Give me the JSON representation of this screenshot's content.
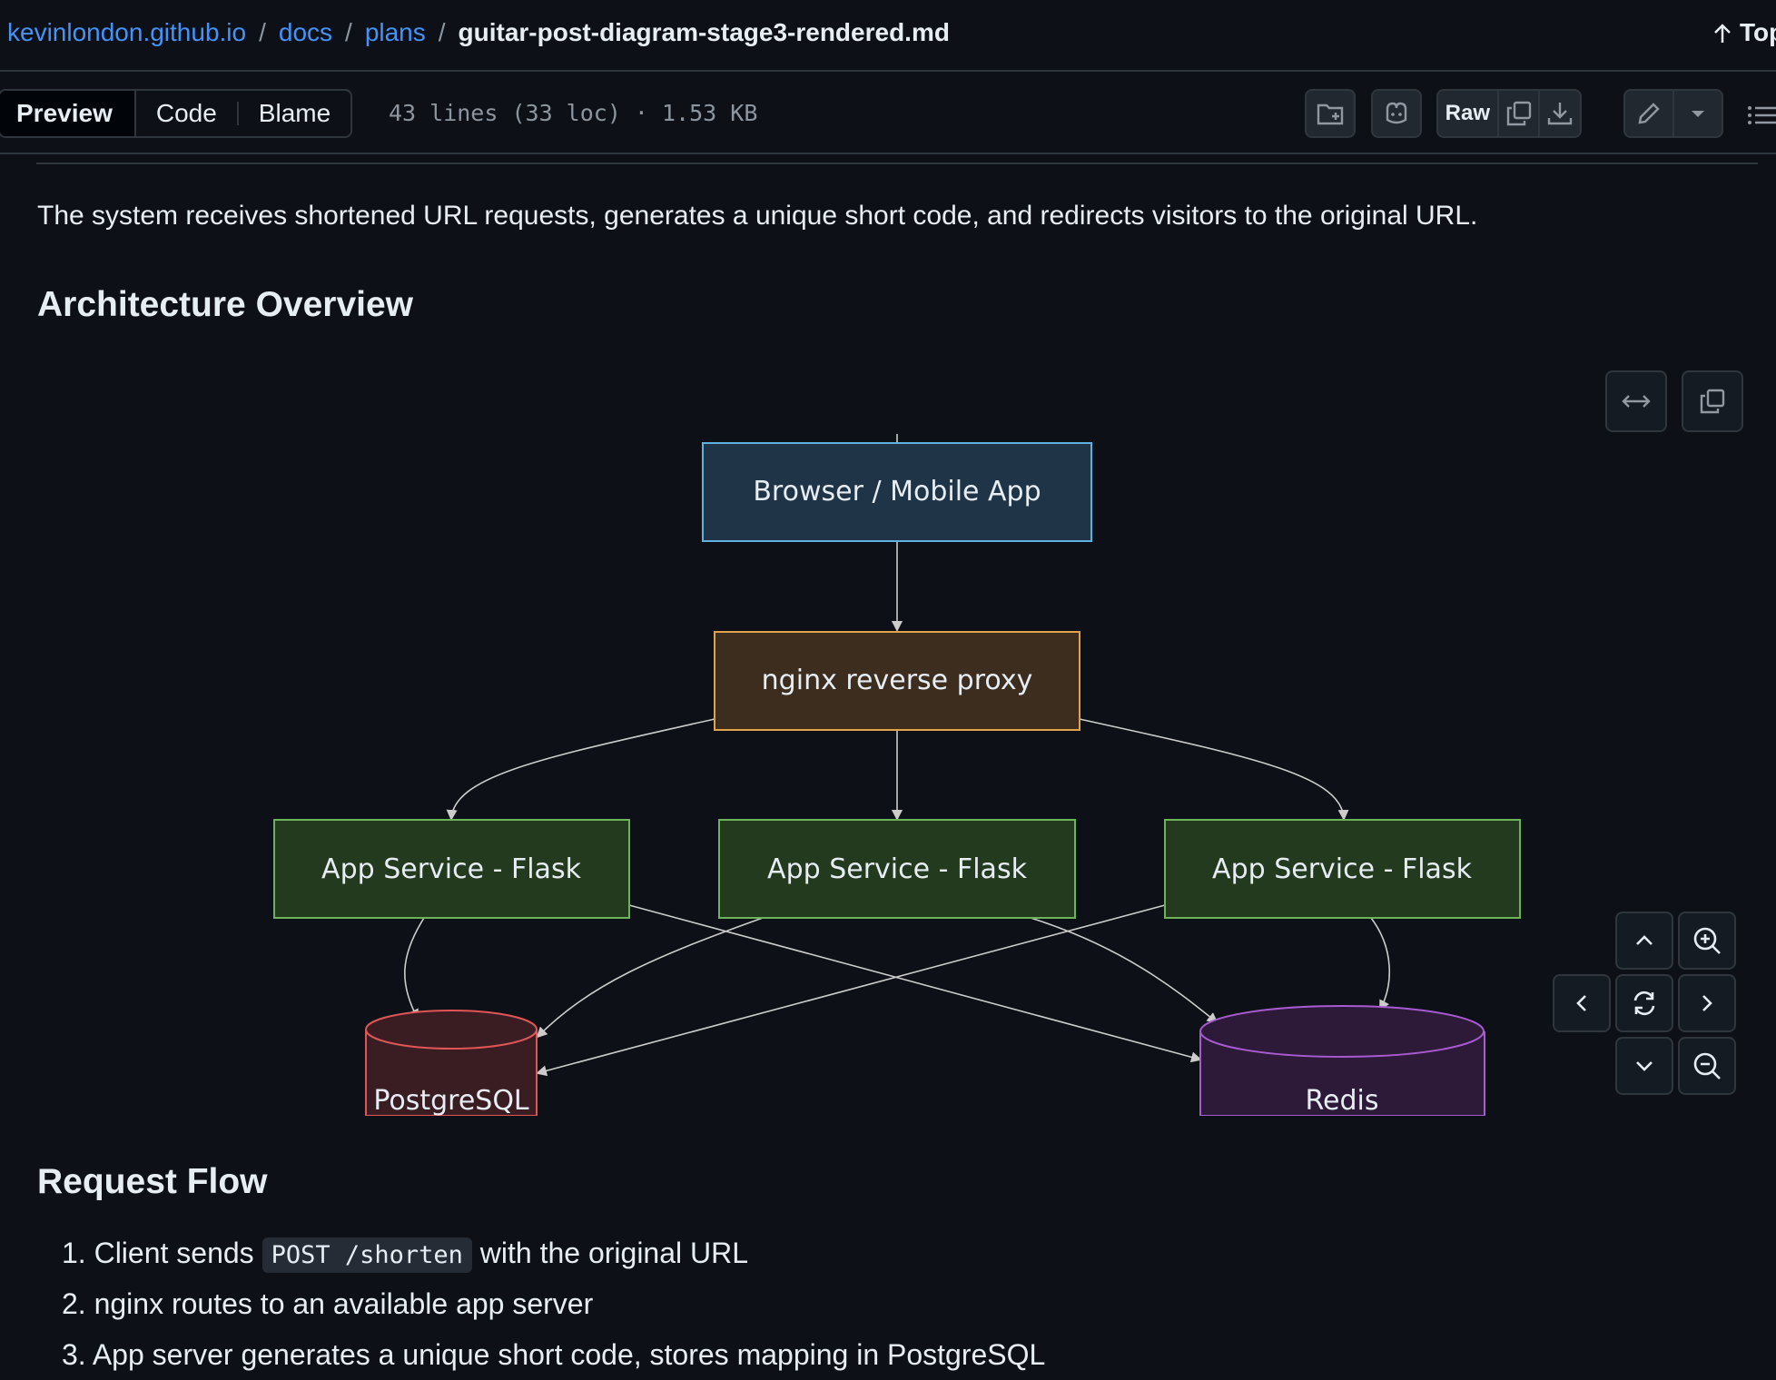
{
  "breadcrumb": {
    "repo": "kevinlondon.github.io",
    "dir1": "docs",
    "dir2": "plans",
    "file": "guitar-post-diagram-stage3-rendered.md",
    "sep": "/"
  },
  "top_link": "Top",
  "toolbar": {
    "tabs": [
      "Preview",
      "Code",
      "Blame"
    ],
    "file_info": "43 lines (33 loc) · 1.53 KB",
    "raw_label": "Raw"
  },
  "content": {
    "intro": "The system receives shortened URL requests, generates a unique short code, and redirects visitors to the original URL.",
    "heading_arch": "Architecture Overview",
    "heading_flow": "Request Flow",
    "flow_items": [
      {
        "num": "1.",
        "pre": "Client sends",
        "code": "POST /shorten",
        "post": "with the original URL"
      },
      {
        "num": "2.",
        "text": "nginx routes to an available app server"
      },
      {
        "num": "3.",
        "text": "App server generates a unique short code, stores mapping in PostgreSQL"
      }
    ]
  },
  "diagram": {
    "nodes": {
      "client": "Browser / Mobile App",
      "proxy": "nginx reverse proxy",
      "app1": "App Service - Flask",
      "app2": "App Service - Flask",
      "app3": "App Service - Flask",
      "db": "PostgreSQL",
      "cache": "Redis"
    },
    "edges": [
      [
        "client",
        "proxy"
      ],
      [
        "proxy",
        "app1"
      ],
      [
        "proxy",
        "app2"
      ],
      [
        "proxy",
        "app3"
      ],
      [
        "app1",
        "db"
      ],
      [
        "app1",
        "cache"
      ],
      [
        "app2",
        "db"
      ],
      [
        "app2",
        "cache"
      ],
      [
        "app3",
        "db"
      ],
      [
        "app3",
        "cache"
      ]
    ],
    "colors": {
      "client_fill": "#1f3447",
      "client_stroke": "#5fb2e0",
      "proxy_fill": "#3c2d1f",
      "proxy_stroke": "#e0a24b",
      "app_fill": "#233a1f",
      "app_stroke": "#6bb45a",
      "db_fill": "#3a1c23",
      "db_stroke": "#e05656",
      "cache_fill": "#2c1a38",
      "cache_stroke": "#a85ad0",
      "edge": "#cccccc"
    },
    "controls": [
      "expand-icon",
      "copy-icon",
      "pan-up-icon",
      "zoom-in-icon",
      "pan-left-icon",
      "reset-icon",
      "pan-right-icon",
      "pan-down-icon",
      "zoom-out-icon"
    ]
  }
}
